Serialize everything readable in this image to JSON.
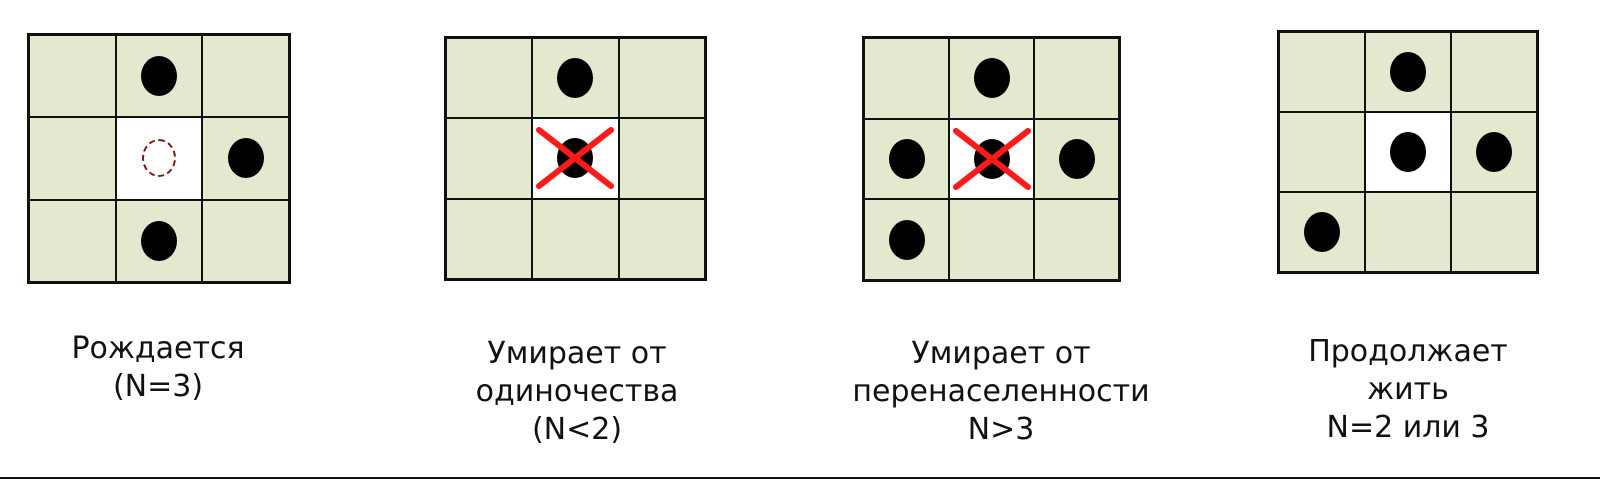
{
  "colors": {
    "cell": "#e2e9cf",
    "center": "#ffffff",
    "cross": "#ff1a1a",
    "ghost": "#7a1a10"
  },
  "panels": [
    {
      "title_lines": [
        "Рождается",
        "(N=3)"
      ],
      "dots": [
        1,
        5,
        7
      ],
      "center": "ghost"
    },
    {
      "title_lines": [
        "Умирает от",
        "одиночества",
        "(N<2)"
      ],
      "dots": [
        1,
        4
      ],
      "center": "crossed"
    },
    {
      "title_lines": [
        "Умирает от",
        "перенаселенности",
        "N>3"
      ],
      "dots": [
        1,
        3,
        4,
        5,
        6
      ],
      "center": "crossed"
    },
    {
      "title_lines": [
        "Продолжает",
        "жить",
        "N=2 или 3"
      ],
      "dots": [
        1,
        4,
        5,
        6
      ],
      "center": "alive"
    }
  ]
}
